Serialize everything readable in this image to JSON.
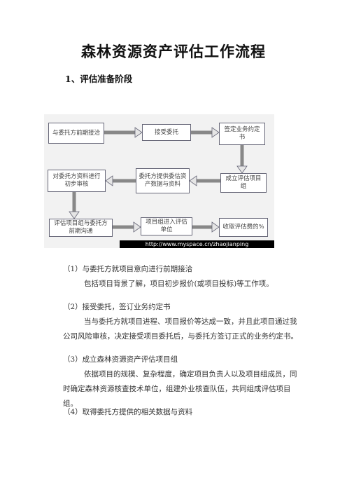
{
  "document": {
    "title": "森林资源资产评估工作流程",
    "section_heading": "1、评估准备阶段"
  },
  "flowchart": {
    "boxes": [
      {
        "id": "b1",
        "label": "与委托方前期接洽"
      },
      {
        "id": "b2",
        "label": "接受委托"
      },
      {
        "id": "b3",
        "label": "签定业务约定书"
      },
      {
        "id": "b4",
        "label": "对委托方资料进行初步审核"
      },
      {
        "id": "b5",
        "label": "委托方提供委估资产数据与资料"
      },
      {
        "id": "b6",
        "label": "成立评估项目组"
      },
      {
        "id": "b7",
        "label": "评估项目组与委托方前期沟通"
      },
      {
        "id": "b8",
        "label": "项目组进入评估单位"
      },
      {
        "id": "b9",
        "label": "收取评估费的%"
      }
    ],
    "watermark": "http://www.myspace.cn/zhaojianping"
  },
  "items": [
    {
      "heading": "（1）与委托方就项目意向进行前期接洽",
      "body": "包括项目背景了解，项目初步报价(或项目投标)等工作项。"
    },
    {
      "heading": "（2）接受委托，签订业务约定书",
      "body": "当与委托方就项目进程、项目报价等达成一致，并且此项目通过我公司风险审核，决定接受项目委托后，与委托方签订正式的业务约定书。"
    },
    {
      "heading": "（3）成立森林资源资产评估项目组",
      "body": "依据项目的规模、复杂程度，确定项目负责人以及项目组成员，同时确定森林资源核查技术单位，组建外业核查队伍，共同组成评估项目组。"
    },
    {
      "heading": "（4）取得委托方提供的相关数据与资料",
      "body": ""
    }
  ]
}
